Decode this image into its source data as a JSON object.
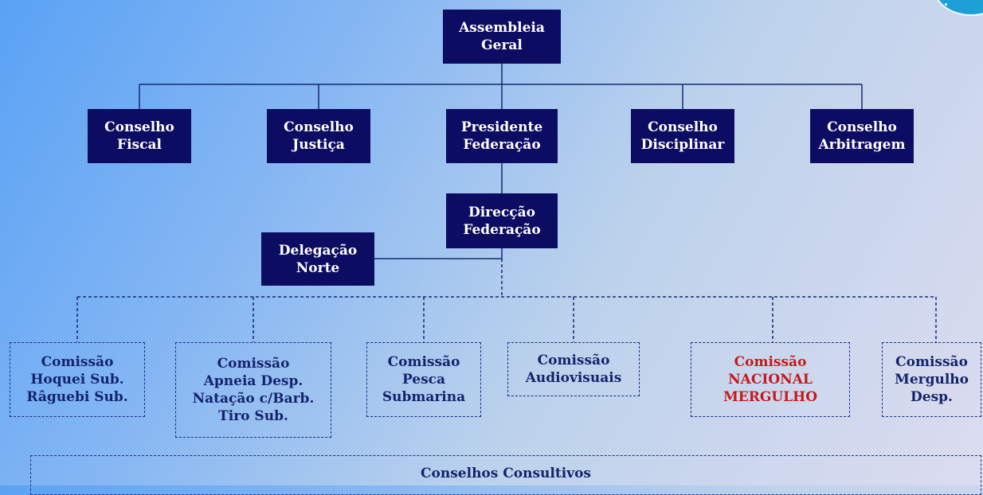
{
  "nodes": {
    "assembleia": [
      "Assembleia",
      "Geral"
    ],
    "conselho_fiscal": [
      "Conselho",
      "Fiscal"
    ],
    "conselho_justica": [
      "Conselho",
      "Justiça"
    ],
    "presidente": [
      "Presidente",
      "Federação"
    ],
    "conselho_disciplinar": [
      "Conselho",
      "Disciplinar"
    ],
    "conselho_arbitragem": [
      "Conselho",
      "Arbitragem"
    ],
    "direccao": [
      "Direcção",
      "Federação"
    ],
    "delegacao": [
      "Delegação",
      "Norte"
    ],
    "comissao_hoquei": [
      "Comissão",
      "Hoquei Sub.",
      "Râguebi Sub."
    ],
    "comissao_apneia": [
      "Comissão",
      "Apneia Desp.",
      "Natação c/Barb.",
      "Tiro Sub."
    ],
    "comissao_pesca": [
      "Comissão",
      "Pesca",
      "Submarina"
    ],
    "comissao_audiovisuais": [
      "Comissão",
      "Audiovisuais"
    ],
    "comissao_nacional": [
      "Comissão",
      "NACIONAL",
      "MERGULHO"
    ],
    "comissao_mergulho": [
      "Comissão",
      "Mergulho",
      "Desp."
    ],
    "conselhos_consultivos": [
      "Conselhos Consultivos"
    ]
  },
  "colors": {
    "solid_box_fill": "#0d0c63",
    "solid_box_text": "#ffffff",
    "dashed_box_text": "#14236e",
    "highlight_text": "#c51a1a",
    "connector": "#142a72"
  }
}
